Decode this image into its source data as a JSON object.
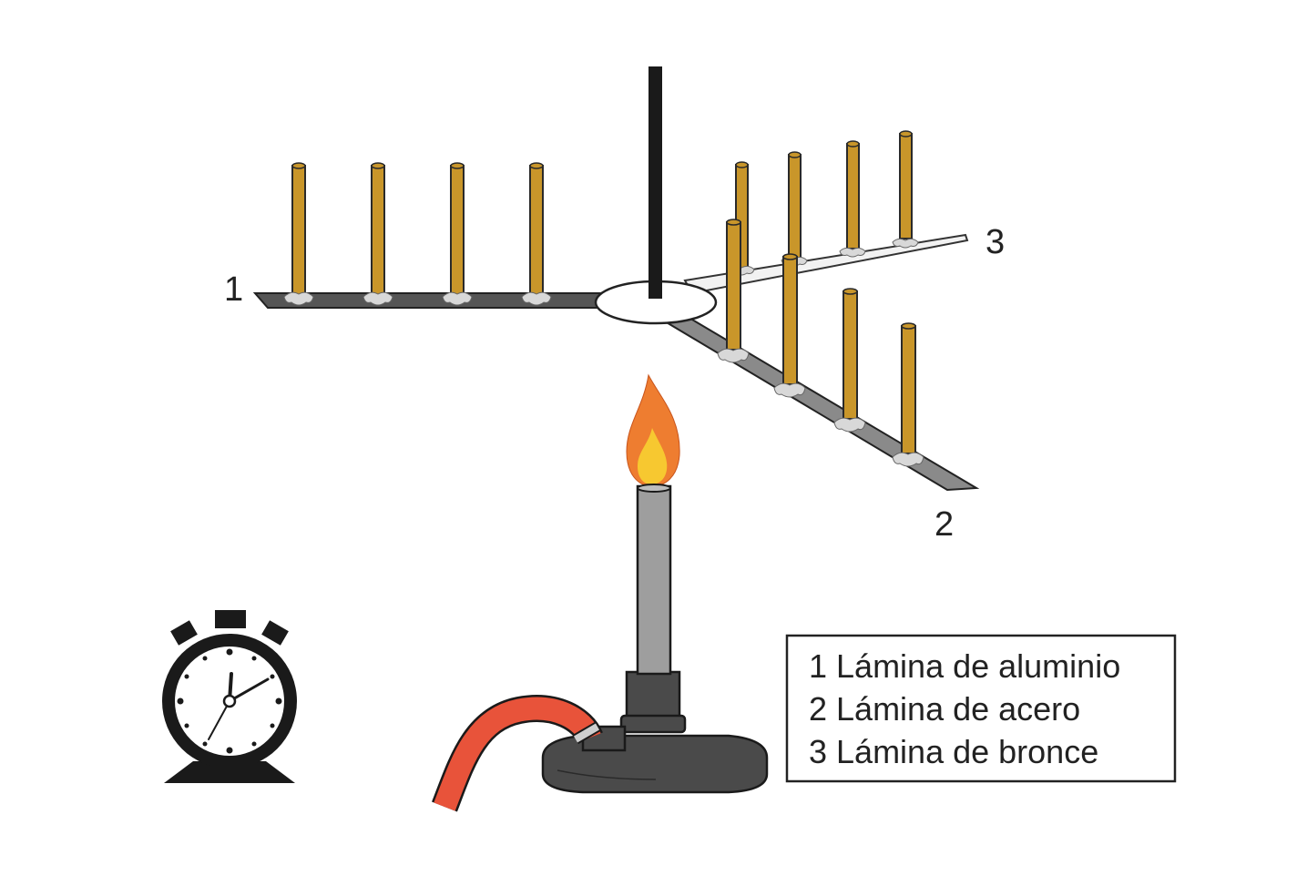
{
  "labels": {
    "strip1": "1",
    "strip2": "2",
    "strip3": "3"
  },
  "legend": {
    "line1": "1 Lámina de aluminio",
    "line2": "2 Lámina de acero",
    "line3": "3 Lámina de bronce"
  },
  "colors": {
    "rod": "#c9962a",
    "rod_edge": "#2a2a2a",
    "strip_aluminio": "#555555",
    "strip_acero": "#8a8a8a",
    "strip_bronce": "#f2f2f2",
    "wax": "#d8d8d8",
    "burner": "#4a4a4a",
    "burner_tube": "#9e9e9e",
    "hose": "#e8533a",
    "flame_outer": "#ee7d30",
    "flame_inner": "#f7c830"
  },
  "icons": {
    "burner": "bunsen-burner-icon",
    "stopwatch": "stopwatch-icon",
    "flame": "flame-icon"
  }
}
